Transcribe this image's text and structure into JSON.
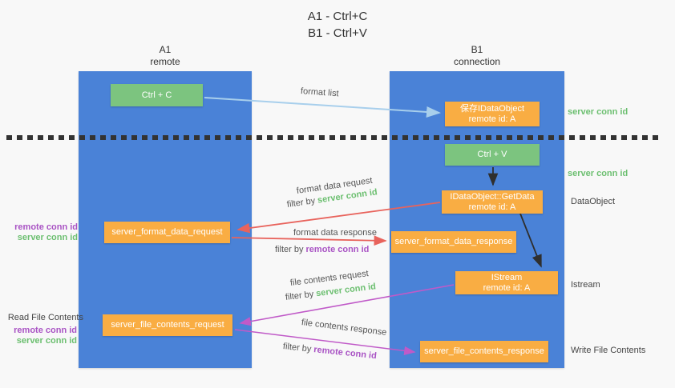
{
  "title": {
    "line1": "A1 - Ctrl+C",
    "line2": "B1 - Ctrl+V"
  },
  "columns": {
    "a1": {
      "name": "A1",
      "subtitle": "remote"
    },
    "b1": {
      "name": "B1",
      "subtitle": "connection"
    }
  },
  "nodes": {
    "ctrl_c": {
      "label": "Ctrl + C"
    },
    "save_idataobject": {
      "line1": "保存IDataObject",
      "line2": "remote id: A"
    },
    "ctrl_v": {
      "label": "Ctrl + V"
    },
    "getdata": {
      "line1": "IDataObject::GetData",
      "line2": "remote id: A"
    },
    "format_request": {
      "label": "server_format_data_request"
    },
    "format_response": {
      "label": "server_format_data_response"
    },
    "istream": {
      "line1": "IStream",
      "line2": "remote id: A"
    },
    "file_request": {
      "label": "server_file_contents_request"
    },
    "file_response": {
      "label": "server_file_contents_response"
    }
  },
  "arrow_labels": {
    "format_list": "format list",
    "format_data_request": "format data request",
    "format_data_response": "format data response",
    "file_contents_request": "file contents request",
    "file_contents_response": "file contents response",
    "filter_by": "filter by ",
    "server_conn_id": "server conn id",
    "remote_conn_id": "remote conn id"
  },
  "side_labels": {
    "server_conn_id_top": "server conn id",
    "server_conn_id_mid": "server conn id",
    "dataobject": "DataObject",
    "istream": "Istream",
    "write_file_contents": "Write File Contents",
    "read_file_contents": "Read File Contents",
    "remote_conn_id": "remote conn id",
    "server_conn_id": "server conn id"
  },
  "colors": {
    "column_blue": "#4a82d7",
    "box_green": "#7cc47f",
    "box_orange": "#f9ad43",
    "arrow_light_blue": "#a8cfec",
    "arrow_red": "#e8635c",
    "arrow_magenta": "#c05ac8",
    "arrow_black": "#2f2f2f",
    "text_green": "#6cbf70",
    "text_purple": "#a953c4",
    "text_dark": "#3c3c3c"
  }
}
